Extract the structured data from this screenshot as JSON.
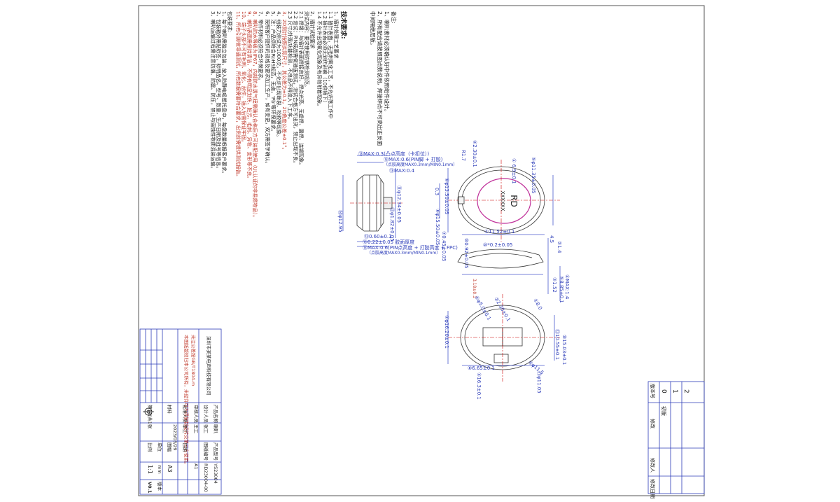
{
  "notes": {
    "header": "备注:",
    "items": [
      "1、喇叭素材必须确认好中件依照组件设计。",
      "2、所有配合请按照图点数说明，焊接焊点不可高出正反面"
    ],
    "extra": "中间隔绝层板。"
  },
  "tech": {
    "header": "技术要求:",
    "lines": [
      "1、插针处理工艺要求",
      "1.1 插针表面，无毛刺氧化工艺，不允许落工作中",
      "1.2 插针表面必须无划伤刮痕（10倍镜下）",
      "1.4 不允许出现氧化现象及有异物附着现象。",
      "2、插针试验要求",
      "测试内容：要求使用防锈检测规范。",
      "2.1 焊锡：与插针表面焊接良好、焊点光亮、无虚焊、漏焊、连锡现象。",
      "2.2 测试：PIN成品需做插拔测试，测试合格方可出货，禁止出现不良。",
      "2.3 尺寸/外观/功能检测，不良品不得流入下工序。",
      "3、2D测针按照实际尺寸，其公差为±0.1，2D角度公差±0.1°。",
      "4、组装力测试为1000次，不允许出现断裂、松脱等现象。",
      "5、注：产品须符合RoHS规范，无卤，'Pb'等环保要求。",
      "6、按照客户提供的规格及要求加工生产，如有变更，双方需签字确认。"
    ],
    "red_lines": [
      "7、零件材料必须符合环保要求。",
      "8、喇叭防水等级为IP67，内部防水透气膜需确认合格后方可装配使用（UL认证的非易燃物品）。",
      "9、喇叭表面需保持清洁，不得有明显划伤、脏污、毛刺、异物、变形等不良。",
      "10、端子头部不可有毛刺、氧化、刮伤，插入后需保证牢固。",
      "11、所有引脚做导通测试，所有数据需要符合要求，出货前需提供测试报告。"
    ],
    "package_header": "包装要求:",
    "package_lines": [
      "1、每个喇叭需独立包装，放入防静电吸塑托盘中，每盘数量根据客户要求。",
      "2、包装箱外需贴标签，标明品名、型号、数量、生产日期及批号等信息。",
      "3、喇叭运输过程需注意防潮、防震、防压，禁止与腐蚀性物质混装运输。"
    ]
  },
  "dims": {
    "top_max03": "⑬MAX:0.3(凸点高度（卡扣位）)",
    "top_max06": "⑬MAX:0.6(PIN脚 + 打胶)",
    "top_max06_sub": "（点胶高度MAX0.3mm/MIN0.1mm）",
    "max04": "⑬MAX:0.4",
    "d12": "⑭φ12.95",
    "d1234": "⑪φ12.34±0.05",
    "d1821": "⑫φ1.82±0.05",
    "d06": "⑬0.60±0.1",
    "d022": "⑬0.22±0.05 胶面厚度",
    "bot_max06": "⑬MAX:0.6(PIN点高度 + 打胶高度 + FPC)",
    "bot_max06_sub": "（点胶高度MAX0.3mm/MIN0.1mm）",
    "w1152": "①11.52±0.1",
    "r17": "R1.7",
    "a230": "②2.30±0.1",
    "d1350": "⑥φ13.50±0.05",
    "a69": "① 6.9±0.1",
    "d1355": "⑤φ11.35±0.05",
    "a03": "0.3",
    "d045": "⑦0.45±0.05",
    "d1550": "⑧φ15.50±0.05",
    "d092": "⑩0.92±0.05",
    "d02": "⑩*0.2±0.05",
    "a45": "4.5",
    "a14": "②1.4",
    "max14": "④MAX:1.4",
    "d85": "⑤8.85±0.1",
    "a152": "③1.52",
    "lr": "3.18±0.1",
    "d50": "④φ5.0±0.1",
    "d230b": "②2.30±0.1",
    "d665": "⑧6.65±0.1",
    "d115": "⑨φ11.5",
    "d1503": "⑩15.03±0.1",
    "d1620": "①φ16.20±0.1",
    "d163": "⑤16.3±0.1",
    "d115b": "⑪φ11.05",
    "d1055": "⑫10.55±0.1",
    "d8": "①8.0",
    "rd_label": "RD",
    "rd_sub": "XXXXXX"
  },
  "revision": {
    "headers": [
      "版本号",
      "修改",
      "修改人",
      "修改日期"
    ],
    "rows": [
      {
        "rev": "0",
        "change": "初版"
      },
      {
        "rev": "1",
        "change": ""
      },
      {
        "rev": "2",
        "change": ""
      }
    ]
  },
  "titleblock": {
    "part_name_label": "产品名称",
    "part_name": "喇叭",
    "model_label": "产品型号",
    "model": "YS23004",
    "drawer_label": "设计人员",
    "drawer": "张工",
    "checker_label": "审核人员",
    "checker": "王工",
    "approve_label": "批准人员",
    "approve": "李工",
    "draw_no_label": "图纸编号",
    "draw_no": "RD23004-00",
    "spec": "A1",
    "date_label": "日期",
    "date": "2023/03/29",
    "material_label": "材料",
    "scale_label": "比例",
    "scale": "1:1",
    "unit_label": "单位",
    "unit": "mm",
    "sheet_label": "第1张共1张",
    "size_label": "图幅",
    "size": "A3",
    "version_label": "版本",
    "version": "V0.1",
    "company": "深圳市某某电声科技有限公司",
    "remark_red": "本图纸版权归本公司所有，未经许可不得复制或转交第三方使用。",
    "dims_note": "未注公差按GB/T1804-m"
  }
}
